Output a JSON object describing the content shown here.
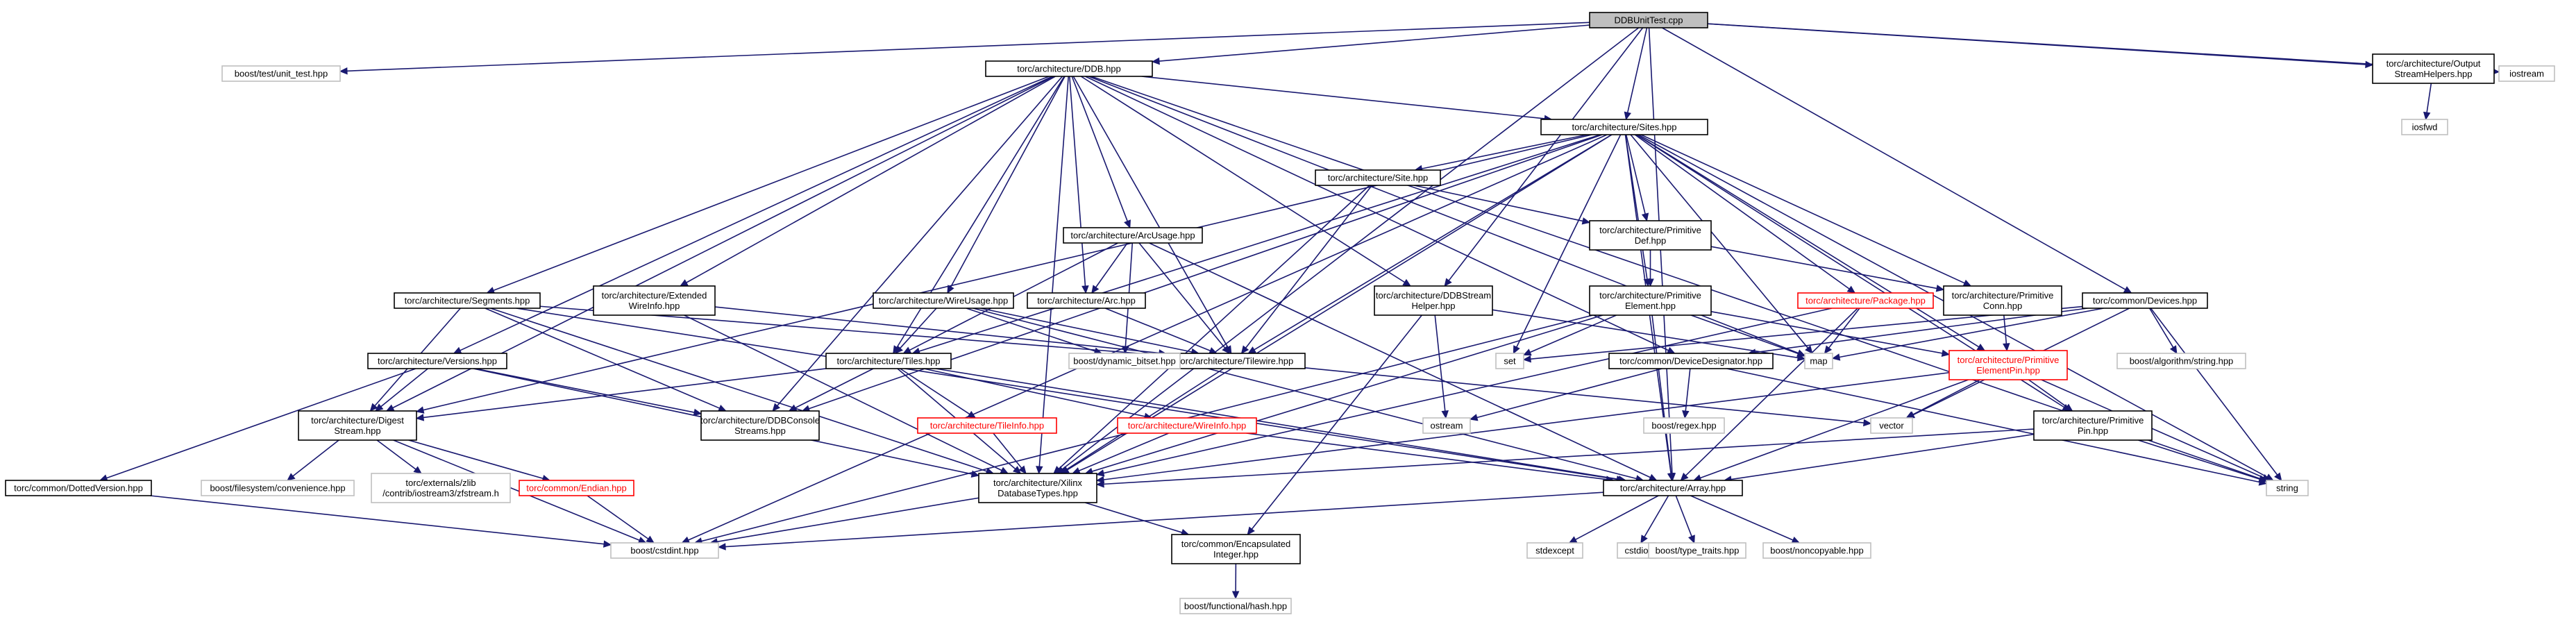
{
  "nodes": [
    {
      "id": "root",
      "lines": [
        "DDBUnitTest.cpp"
      ],
      "style": "root"
    },
    {
      "id": "unit_test",
      "lines": [
        "boost/test/unit_test.hpp"
      ],
      "style": "sys"
    },
    {
      "id": "ddb",
      "lines": [
        "torc/architecture/DDB.hpp"
      ],
      "style": "normal"
    },
    {
      "id": "outhelpers",
      "lines": [
        "torc/architecture/Output",
        "StreamHelpers.hpp"
      ],
      "style": "normal"
    },
    {
      "id": "iostream",
      "lines": [
        "iostream"
      ],
      "style": "sys"
    },
    {
      "id": "iosfwd",
      "lines": [
        "iosfwd"
      ],
      "style": "sys"
    },
    {
      "id": "sites",
      "lines": [
        "torc/architecture/Sites.hpp"
      ],
      "style": "normal"
    },
    {
      "id": "site",
      "lines": [
        "torc/architecture/Site.hpp"
      ],
      "style": "normal"
    },
    {
      "id": "primdef",
      "lines": [
        "torc/architecture/Primitive",
        "Def.hpp"
      ],
      "style": "normal"
    },
    {
      "id": "arcusage",
      "lines": [
        "torc/architecture/ArcUsage.hpp"
      ],
      "style": "normal"
    },
    {
      "id": "segments",
      "lines": [
        "torc/architecture/Segments.hpp"
      ],
      "style": "normal"
    },
    {
      "id": "extwire",
      "lines": [
        "torc/architecture/Extended",
        "WireInfo.hpp"
      ],
      "style": "normal"
    },
    {
      "id": "wireusage",
      "lines": [
        "torc/architecture/WireUsage.hpp"
      ],
      "style": "normal"
    },
    {
      "id": "arc",
      "lines": [
        "torc/architecture/Arc.hpp"
      ],
      "style": "normal"
    },
    {
      "id": "ddbstream",
      "lines": [
        "torc/architecture/DDBStream",
        "Helper.hpp"
      ],
      "style": "normal"
    },
    {
      "id": "primelem",
      "lines": [
        "torc/architecture/Primitive",
        "Element.hpp"
      ],
      "style": "normal"
    },
    {
      "id": "package",
      "lines": [
        "torc/architecture/Package.hpp"
      ],
      "style": "red"
    },
    {
      "id": "primconn",
      "lines": [
        "torc/architecture/Primitive",
        "Conn.hpp"
      ],
      "style": "normal"
    },
    {
      "id": "devices",
      "lines": [
        "torc/common/Devices.hpp"
      ],
      "style": "normal"
    },
    {
      "id": "versions",
      "lines": [
        "torc/architecture/Versions.hpp"
      ],
      "style": "normal"
    },
    {
      "id": "tiles",
      "lines": [
        "torc/architecture/Tiles.hpp"
      ],
      "style": "normal"
    },
    {
      "id": "tilewire",
      "lines": [
        "torc/architecture/Tilewire.hpp"
      ],
      "style": "normal"
    },
    {
      "id": "dynbitset",
      "lines": [
        "boost/dynamic_bitset.hpp"
      ],
      "style": "sys"
    },
    {
      "id": "set",
      "lines": [
        "set"
      ],
      "style": "sys"
    },
    {
      "id": "map",
      "lines": [
        "map"
      ],
      "style": "sys"
    },
    {
      "id": "devdesig",
      "lines": [
        "torc/common/DeviceDesignator.hpp"
      ],
      "style": "normal"
    },
    {
      "id": "primelempin",
      "lines": [
        "torc/architecture/Primitive",
        "ElementPin.hpp"
      ],
      "style": "red"
    },
    {
      "id": "boostalgo",
      "lines": [
        "boost/algorithm/string.hpp"
      ],
      "style": "sys"
    },
    {
      "id": "digest",
      "lines": [
        "torc/architecture/Digest",
        "Stream.hpp"
      ],
      "style": "normal"
    },
    {
      "id": "ddbconsole",
      "lines": [
        "torc/architecture/DDBConsole",
        "Streams.hpp"
      ],
      "style": "normal"
    },
    {
      "id": "tileinfo",
      "lines": [
        "torc/architecture/TileInfo.hpp"
      ],
      "style": "red"
    },
    {
      "id": "wireinfo",
      "lines": [
        "torc/architecture/WireInfo.hpp"
      ],
      "style": "red"
    },
    {
      "id": "ostream",
      "lines": [
        "ostream"
      ],
      "style": "sys"
    },
    {
      "id": "regex",
      "lines": [
        "boost/regex.hpp"
      ],
      "style": "sys"
    },
    {
      "id": "vector",
      "lines": [
        "vector"
      ],
      "style": "sys"
    },
    {
      "id": "primpin",
      "lines": [
        "torc/architecture/Primitive",
        "Pin.hpp"
      ],
      "style": "normal"
    },
    {
      "id": "string",
      "lines": [
        "string"
      ],
      "style": "sys"
    },
    {
      "id": "dotted",
      "lines": [
        "torc/common/DottedVersion.hpp"
      ],
      "style": "normal"
    },
    {
      "id": "fsconv",
      "lines": [
        "boost/filesystem/convenience.hpp"
      ],
      "style": "sys"
    },
    {
      "id": "zlib",
      "lines": [
        "torc/externals/zlib",
        "/contrib/iostream3/zfstream.h"
      ],
      "style": "sys"
    },
    {
      "id": "endian",
      "lines": [
        "torc/common/Endian.hpp"
      ],
      "style": "red"
    },
    {
      "id": "xilinx",
      "lines": [
        "torc/architecture/Xilinx",
        "DatabaseTypes.hpp"
      ],
      "style": "normal"
    },
    {
      "id": "array",
      "lines": [
        "torc/architecture/Array.hpp"
      ],
      "style": "normal"
    },
    {
      "id": "cstdint",
      "lines": [
        "boost/cstdint.hpp"
      ],
      "style": "sys"
    },
    {
      "id": "encint",
      "lines": [
        "torc/common/Encapsulated",
        "Integer.hpp"
      ],
      "style": "normal"
    },
    {
      "id": "stdexcept",
      "lines": [
        "stdexcept"
      ],
      "style": "sys"
    },
    {
      "id": "cstdio",
      "lines": [
        "cstdio"
      ],
      "style": "sys"
    },
    {
      "id": "typetraits",
      "lines": [
        "boost/type_traits.hpp"
      ],
      "style": "sys"
    },
    {
      "id": "noncopyable",
      "lines": [
        "boost/noncopyable.hpp"
      ],
      "style": "sys"
    },
    {
      "id": "hash",
      "lines": [
        "boost/functional/hash.hpp"
      ],
      "style": "sys"
    }
  ],
  "edges": [
    [
      "root",
      "unit_test"
    ],
    [
      "root",
      "ddb"
    ],
    [
      "root",
      "outhelpers"
    ],
    [
      "root",
      "iostream"
    ],
    [
      "root",
      "sites"
    ],
    [
      "root",
      "ddbstream"
    ],
    [
      "root",
      "devices"
    ],
    [
      "root",
      "xilinx"
    ],
    [
      "root",
      "array"
    ],
    [
      "outhelpers",
      "iosfwd"
    ],
    [
      "ddb",
      "sites"
    ],
    [
      "ddb",
      "segments"
    ],
    [
      "ddb",
      "extwire"
    ],
    [
      "ddb",
      "arcusage"
    ],
    [
      "ddb",
      "wireusage"
    ],
    [
      "ddb",
      "arc"
    ],
    [
      "ddb",
      "ddbstream"
    ],
    [
      "ddb",
      "versions"
    ],
    [
      "ddb",
      "tiles"
    ],
    [
      "ddb",
      "digest"
    ],
    [
      "ddb",
      "ddbconsole"
    ],
    [
      "ddb",
      "devdesig"
    ],
    [
      "ddb",
      "map"
    ],
    [
      "ddb",
      "string"
    ],
    [
      "ddb",
      "tilewire"
    ],
    [
      "ddb",
      "xilinx"
    ],
    [
      "sites",
      "site"
    ],
    [
      "sites",
      "primdef"
    ],
    [
      "sites",
      "primelem"
    ],
    [
      "sites",
      "package"
    ],
    [
      "sites",
      "primconn"
    ],
    [
      "sites",
      "primelempin"
    ],
    [
      "sites",
      "primpin"
    ],
    [
      "sites",
      "tilewire"
    ],
    [
      "sites",
      "set"
    ],
    [
      "sites",
      "map"
    ],
    [
      "sites",
      "array"
    ],
    [
      "sites",
      "string"
    ],
    [
      "sites",
      "xilinx"
    ],
    [
      "sites",
      "digest"
    ],
    [
      "sites",
      "ddbconsole"
    ],
    [
      "sites",
      "cstdint"
    ],
    [
      "sites",
      "tiles"
    ],
    [
      "site",
      "primdef"
    ],
    [
      "site",
      "tilewire"
    ],
    [
      "site",
      "xilinx"
    ],
    [
      "primdef",
      "primelem"
    ],
    [
      "primdef",
      "primconn"
    ],
    [
      "primelem",
      "primelempin"
    ],
    [
      "primelem",
      "set"
    ],
    [
      "primelem",
      "map"
    ],
    [
      "primelem",
      "array"
    ],
    [
      "primelem",
      "xilinx"
    ],
    [
      "primelem",
      "cstdint"
    ],
    [
      "primconn",
      "primelempin"
    ],
    [
      "primelempin",
      "vector"
    ],
    [
      "primelempin",
      "string"
    ],
    [
      "primelempin",
      "primpin"
    ],
    [
      "primelempin",
      "array"
    ],
    [
      "primelempin",
      "xilinx"
    ],
    [
      "primpin",
      "string"
    ],
    [
      "primpin",
      "array"
    ],
    [
      "primpin",
      "xilinx"
    ],
    [
      "package",
      "map"
    ],
    [
      "package",
      "array"
    ],
    [
      "package",
      "xilinx"
    ],
    [
      "arcusage",
      "arc"
    ],
    [
      "arcusage",
      "tilewire"
    ],
    [
      "arcusage",
      "tiles"
    ],
    [
      "arcusage",
      "dynbitset"
    ],
    [
      "arcusage",
      "array"
    ],
    [
      "arc",
      "tilewire"
    ],
    [
      "wireusage",
      "tiles"
    ],
    [
      "wireusage",
      "tilewire"
    ],
    [
      "wireusage",
      "dynbitset"
    ],
    [
      "wireusage",
      "array"
    ],
    [
      "segments",
      "tilewire"
    ],
    [
      "segments",
      "ddbconsole"
    ],
    [
      "segments",
      "digest"
    ],
    [
      "segments",
      "array"
    ],
    [
      "segments",
      "xilinx"
    ],
    [
      "extwire",
      "tilewire"
    ],
    [
      "extwire",
      "xilinx"
    ],
    [
      "ddbstream",
      "ostream"
    ],
    [
      "ddbstream",
      "map"
    ],
    [
      "ddbstream",
      "encint"
    ],
    [
      "devices",
      "devdesig"
    ],
    [
      "devices",
      "boostalgo"
    ],
    [
      "devices",
      "map"
    ],
    [
      "devices",
      "vector"
    ],
    [
      "devices",
      "string"
    ],
    [
      "devices",
      "set"
    ],
    [
      "devdesig",
      "ostream"
    ],
    [
      "devdesig",
      "regex"
    ],
    [
      "devdesig",
      "string"
    ],
    [
      "versions",
      "digest"
    ],
    [
      "versions",
      "dotted"
    ],
    [
      "versions",
      "ddbconsole"
    ],
    [
      "versions",
      "xilinx"
    ],
    [
      "tiles",
      "digest"
    ],
    [
      "tiles",
      "ddbconsole"
    ],
    [
      "tiles",
      "tileinfo"
    ],
    [
      "tiles",
      "wireinfo"
    ],
    [
      "tiles",
      "array"
    ],
    [
      "tiles",
      "xilinx"
    ],
    [
      "tilewire",
      "xilinx"
    ],
    [
      "tilewire",
      "vector"
    ],
    [
      "tileinfo",
      "xilinx"
    ],
    [
      "wireinfo",
      "xilinx"
    ],
    [
      "wireinfo",
      "array"
    ],
    [
      "digest",
      "fsconv"
    ],
    [
      "digest",
      "zlib"
    ],
    [
      "digest",
      "endian"
    ],
    [
      "digest",
      "cstdint"
    ],
    [
      "endian",
      "cstdint"
    ],
    [
      "dotted",
      "cstdint"
    ],
    [
      "xilinx",
      "cstdint"
    ],
    [
      "xilinx",
      "encint"
    ],
    [
      "array",
      "stdexcept"
    ],
    [
      "array",
      "cstdio"
    ],
    [
      "array",
      "typetraits"
    ],
    [
      "array",
      "noncopyable"
    ],
    [
      "array",
      "cstdint"
    ],
    [
      "encint",
      "hash"
    ]
  ]
}
